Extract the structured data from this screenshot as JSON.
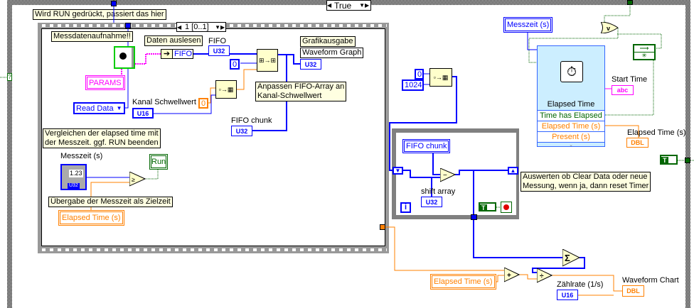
{
  "case_structure": {
    "selector_value": "True"
  },
  "sequence": {
    "selector_value": "1 [0..1]"
  },
  "comments": {
    "run_pressed": "Wird RUN gedrückt, passiert das hier",
    "acquisition": "Messdatenaufnahme!!",
    "read_data": "Daten auslesen",
    "graph_output": "Grafikausgabe",
    "adjust_fifo": "Anpassen FIFO-Array an\nKanal-Schwellwert",
    "compare": "Vergleichen der elapsed time mit\nder Messzeit. ggf. RUN beenden",
    "handover": "Übergabe der Messzeit als Zielzeit",
    "evaluate": "Auswerten ob Clear Data oder neue\nMessung, wenn ja, dann reset Timer"
  },
  "nodes": {
    "daq_params": "PARAMS",
    "read_data": "Read Data",
    "fifo_method": "FIFO",
    "fifo_label": "FIFO",
    "fifo_type": "U32",
    "zero_const": "0",
    "waveform_graph_label": "Waveform Graph",
    "waveform_graph_type": "U32",
    "orange_zero_const": "0",
    "kanal_label": "Kanal Schwellwert",
    "kanal_type": "U16",
    "fifo_chunk_label": "FIFO chunk",
    "fifo_chunk_type": "U32",
    "messzeit_label": "Messzeit (s)",
    "messzeit_value": "1.23",
    "messzeit_type": "U32",
    "run_local": "Run",
    "elapsed_local": "Elapsed Time (s)",
    "init_zero": "0",
    "init_size": "1024",
    "fifo_chunk_local": "FIFO chunk",
    "shift_array_label": "shift array",
    "shift_array_type": "U32",
    "iteration": "i",
    "true_const": "T",
    "messzeit_local": "Messzeit (s)",
    "elapsed_vi_title": "Elapsed Time",
    "elapsed_vi_outputs": [
      "Time has Elapsed",
      "Elapsed Time (s)",
      "Present (s)"
    ],
    "start_time_label": "Start Time",
    "start_time_type": "abc",
    "elapsed_ind_label": "Elapsed Time (s)",
    "elapsed_ind_type": "DBL",
    "true_const2": "T",
    "elapsed_local2": "Elapsed Time (s)",
    "zaehlrate_label": "Zählrate (1/s)",
    "zaehlrate_type": "U16",
    "waveform_chart_label": "Waveform Chart",
    "waveform_chart_type": "DBL",
    "case_unwired": "?"
  },
  "colors": {
    "integer": "#0000ff",
    "double": "#ff8000",
    "boolean": "#006600",
    "string": "#ff00ff",
    "comment_bg": "#ffffe1"
  }
}
